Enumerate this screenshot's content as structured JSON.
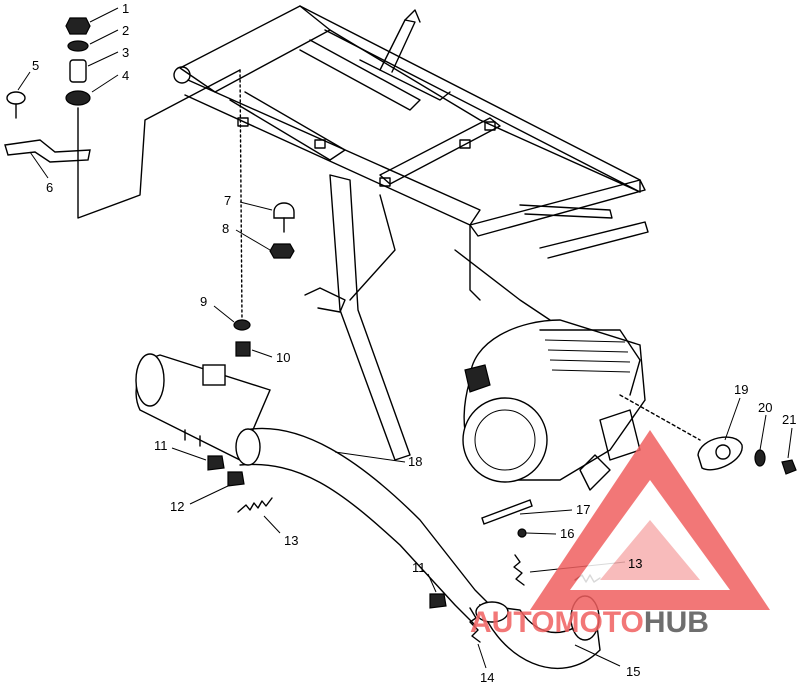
{
  "callouts": [
    {
      "id": "1",
      "text": "1"
    },
    {
      "id": "2",
      "text": "2"
    },
    {
      "id": "3",
      "text": "3"
    },
    {
      "id": "4",
      "text": "4"
    },
    {
      "id": "5",
      "text": "5"
    },
    {
      "id": "6",
      "text": "6"
    },
    {
      "id": "7",
      "text": "7"
    },
    {
      "id": "8",
      "text": "8"
    },
    {
      "id": "9",
      "text": "9"
    },
    {
      "id": "10",
      "text": "10"
    },
    {
      "id": "11a",
      "text": "11"
    },
    {
      "id": "11b",
      "text": "11"
    },
    {
      "id": "12",
      "text": "12"
    },
    {
      "id": "13a",
      "text": "13"
    },
    {
      "id": "13b",
      "text": "13"
    },
    {
      "id": "14",
      "text": "14"
    },
    {
      "id": "15",
      "text": "15"
    },
    {
      "id": "16",
      "text": "16"
    },
    {
      "id": "17",
      "text": "17"
    },
    {
      "id": "18",
      "text": "18"
    },
    {
      "id": "19",
      "text": "19"
    },
    {
      "id": "20",
      "text": "20"
    },
    {
      "id": "21",
      "text": "21"
    }
  ],
  "watermark": {
    "part1": "AUTOMOTO",
    "part2": "HUB",
    "colors": {
      "accent": "#f06060",
      "accent_light": "#f7b0b0",
      "dark": "#555555"
    }
  }
}
